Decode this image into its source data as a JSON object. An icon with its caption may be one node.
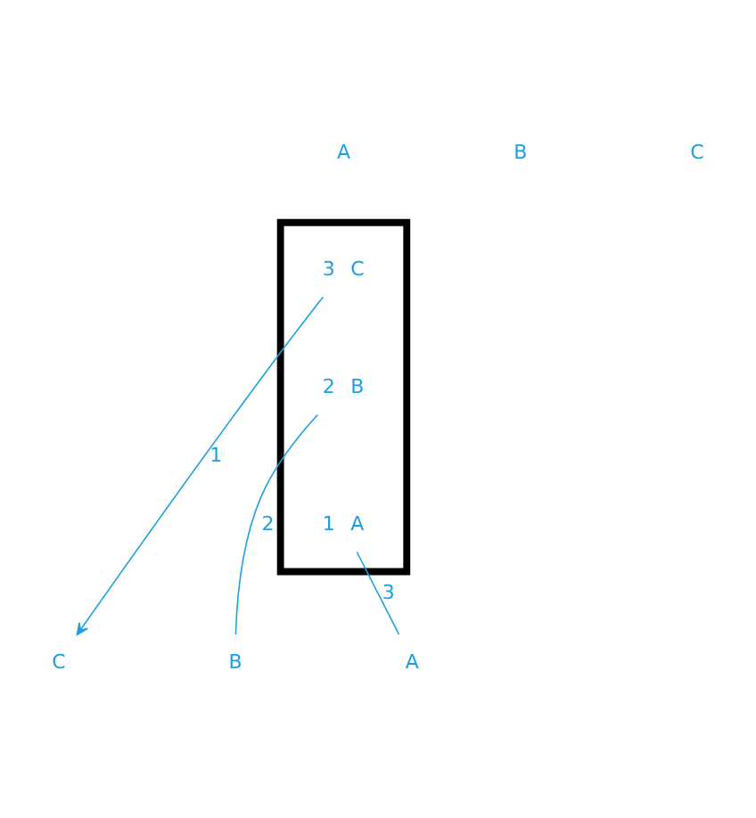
{
  "diagram": {
    "nodes": [
      {
        "text": [],
        "shape": "box"
      },
      {
        "text": [
          "C"
        ],
        "in": 0,
        "beside": [
          "3"
        ]
      },
      {
        "text": [
          "B"
        ],
        "in": 0,
        "beside": [
          "2"
        ]
      },
      {
        "text": [
          "A"
        ],
        "in": 0,
        "beside": [
          "1"
        ]
      },
      {
        "text": [
          "C"
        ]
      },
      {
        "text": [
          "B"
        ]
      },
      {
        "text": [
          "A"
        ]
      }
    ],
    "edges": [
      {
        "from": 1,
        "to": 4,
        "arrow": "to",
        "label": "1"
      },
      {
        "from": 2,
        "to": 5,
        "arrow": "none",
        "label": "2"
      },
      {
        "from": 3,
        "to": 6,
        "arrow": "none",
        "label": "3"
      }
    ],
    "labels": [
      "A",
      "B",
      "C"
    ]
  }
}
